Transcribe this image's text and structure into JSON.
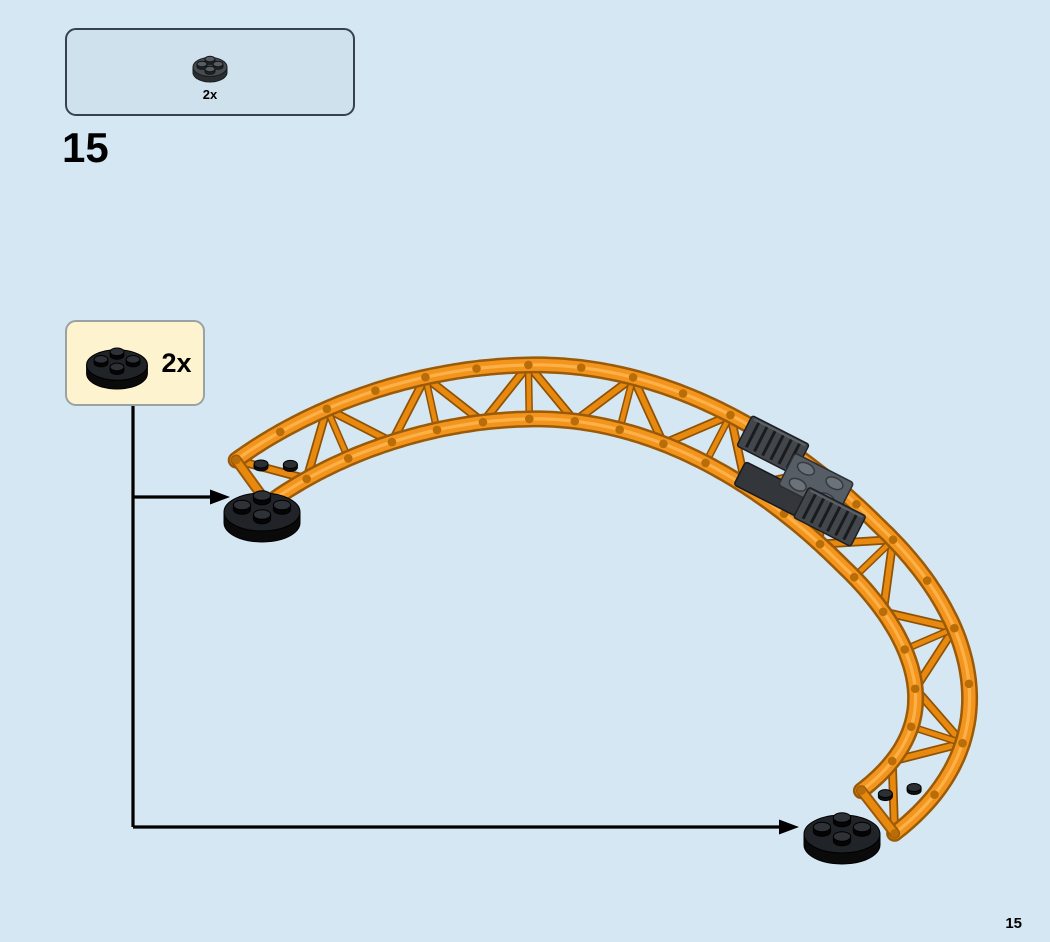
{
  "page": {
    "background_color": "#d5e7f2",
    "step_number": "15",
    "page_number": "15"
  },
  "parts_panel": {
    "parts": [
      {
        "icon": "round-plate-2x2-dark-gray-icon",
        "quantity": "2x"
      }
    ]
  },
  "callout": {
    "icon": "round-plate-2x2-black-icon",
    "quantity": "2x"
  },
  "illustration": {
    "description": "Curved orange roller-coaster track segment with lattice truss, gray connector bricks at the top joint, and a black 2x2 round plate attached under each track end; arrows from the 2x callout point to both round plates.",
    "colors": {
      "track_orange": "#f3941d",
      "track_outline": "#9a5a07",
      "truss_orange": "#e8890f",
      "gray_brick": "#43474c",
      "gray_plate": "#575d64",
      "black_plate": "#1e2023",
      "arrow": "#000000",
      "callout_fill": "#fdf4cf",
      "panel_fill": "#cfe1ec"
    }
  }
}
